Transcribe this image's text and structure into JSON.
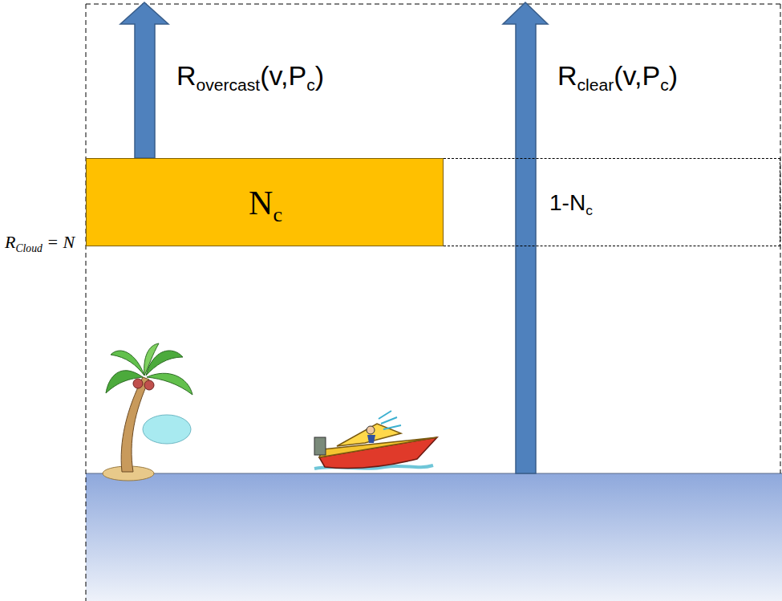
{
  "diagram": {
    "nodes": [
      {
        "text": [
          "Nc"
        ]
      },
      {
        "text": [
          "1-Nc"
        ]
      }
    ],
    "labels": [
      "Rovercast(v,Pc)",
      "Rclear(v,Pc)",
      "RCloud = N"
    ]
  }
}
